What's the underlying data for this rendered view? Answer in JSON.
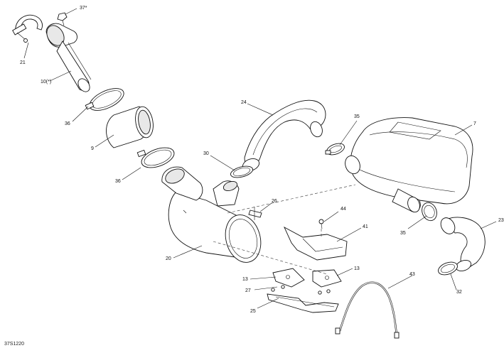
{
  "figure_code": "37S1220",
  "callouts": [
    {
      "id": "c37",
      "text": "37*"
    },
    {
      "id": "c21",
      "text": "21"
    },
    {
      "id": "c10",
      "text": "10(*)"
    },
    {
      "id": "c36a",
      "text": "36"
    },
    {
      "id": "c9",
      "text": "9"
    },
    {
      "id": "c36b",
      "text": "36"
    },
    {
      "id": "c24",
      "text": "24"
    },
    {
      "id": "c35a",
      "text": "35"
    },
    {
      "id": "c7",
      "text": "7"
    },
    {
      "id": "c30",
      "text": "30"
    },
    {
      "id": "c26",
      "text": "26"
    },
    {
      "id": "c44",
      "text": "44"
    },
    {
      "id": "c41",
      "text": "41"
    },
    {
      "id": "c35b",
      "text": "35"
    },
    {
      "id": "c23",
      "text": "23"
    },
    {
      "id": "c20",
      "text": "20"
    },
    {
      "id": "c13a",
      "text": "13"
    },
    {
      "id": "c13b",
      "text": "13"
    },
    {
      "id": "c27",
      "text": "27"
    },
    {
      "id": "c25",
      "text": "25"
    },
    {
      "id": "c43",
      "text": "43"
    },
    {
      "id": "c32",
      "text": "32"
    }
  ]
}
